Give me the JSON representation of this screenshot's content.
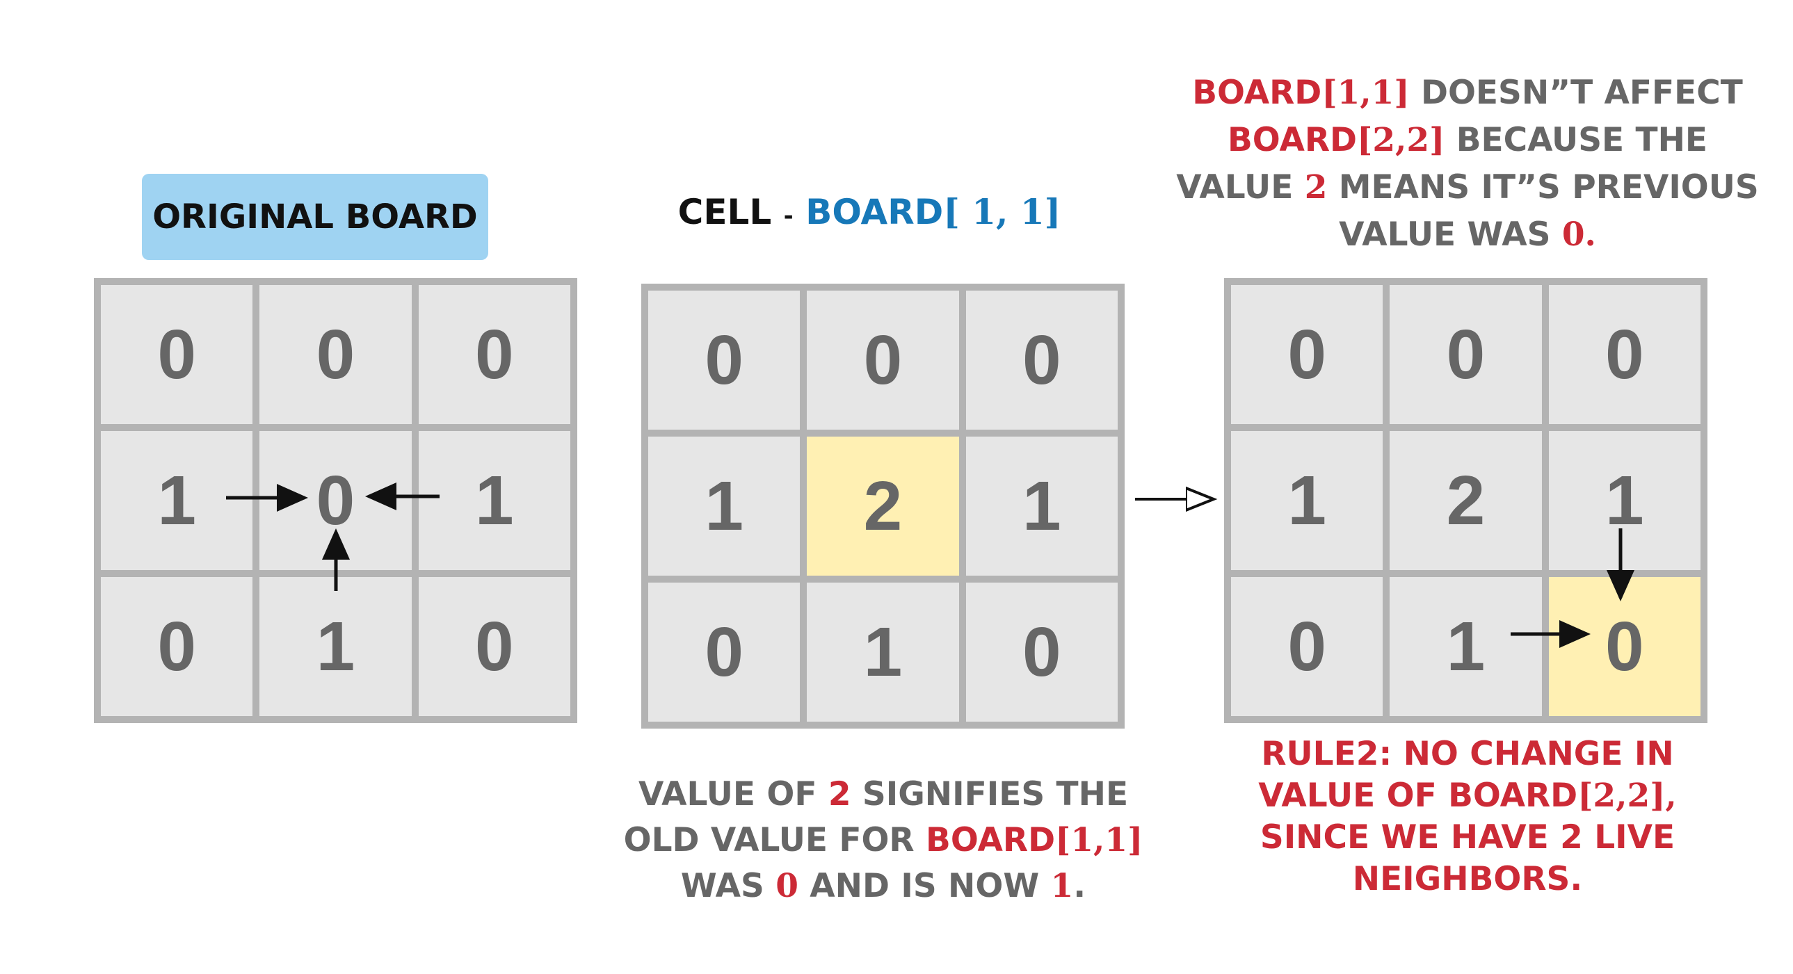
{
  "original_label": "ORIGINAL BOARD",
  "cell_label": {
    "prefix": "CELL",
    "dash": "-",
    "board": "BOARD",
    "index": "[ 1, 1]"
  },
  "boards": [
    {
      "rows": [
        [
          "0",
          "0",
          "0"
        ],
        [
          "1",
          "0",
          "1"
        ],
        [
          "0",
          "1",
          "0"
        ]
      ],
      "highlight": []
    },
    {
      "rows": [
        [
          "0",
          "0",
          "0"
        ],
        [
          "1",
          "2",
          "1"
        ],
        [
          "0",
          "1",
          "0"
        ]
      ],
      "highlight": [
        [
          1,
          1
        ]
      ]
    },
    {
      "rows": [
        [
          "0",
          "0",
          "0"
        ],
        [
          "1",
          "2",
          "1"
        ],
        [
          "0",
          "1",
          "0"
        ]
      ],
      "highlight": [
        [
          2,
          2
        ]
      ]
    }
  ],
  "top_note": {
    "l1_board": "BOARD",
    "l1_index": "[1,1]",
    "l1_rest": " DOESN”T AFFECT",
    "l2_board": "BOARD",
    "l2_index": "[2,2]",
    "l2_rest": " BECAUSE THE",
    "l3_a": "VALUE ",
    "l3_val": "2",
    "l3_b": " MEANS IT”S PREVIOUS",
    "l4_a": "VALUE WAS ",
    "l4_val": "0."
  },
  "middle_note": {
    "l1_a": "VALUE OF ",
    "l1_val": "2",
    "l1_b": " SIGNIFIES THE",
    "l2_a": "OLD VALUE FOR ",
    "l2_board": "BOARD",
    "l2_index": "[1,1]",
    "l3_a": "WAS ",
    "l3_val0": "0",
    "l3_b": " AND IS NOW ",
    "l3_val1": "1",
    "l3_c": "."
  },
  "rule_note": {
    "l1": "RULE2: NO CHANGE IN",
    "l2_a": "VALUE OF  ",
    "l2_board": "BOARD",
    "l2_index": "[2,2],",
    "l3": "SINCE WE HAVE 2 LIVE",
    "l4": "NEIGHBORS."
  },
  "colors": {
    "red": "#cc2a36",
    "blue": "#1778b8",
    "label_bg": "#9fd3f2",
    "highlight": "#fff0b3"
  }
}
